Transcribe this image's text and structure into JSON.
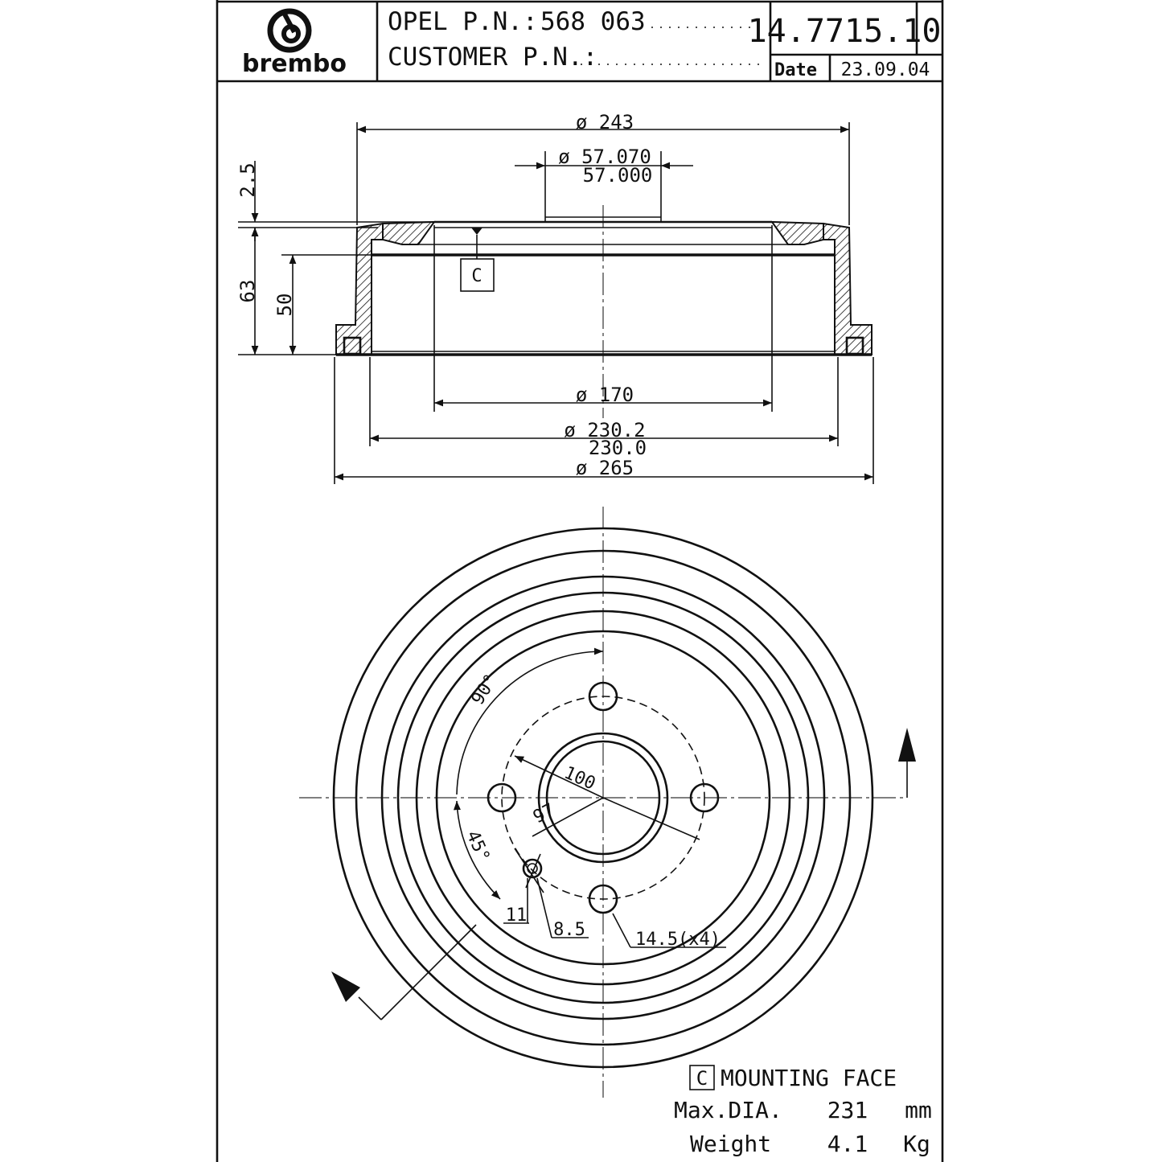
{
  "title_block": {
    "logo_text": "brembo",
    "opel_pn_label": "OPEL P.N.:",
    "opel_pn_value": "568 063",
    "customer_pn_label": "CUSTOMER P.N.:",
    "part_number": "14.7715.10",
    "date_label": "Date",
    "date_value": "23.09.04"
  },
  "section_view": {
    "dim_overall_top": "ø 243",
    "dim_hub_upper": "ø 57.070",
    "dim_hub_lower": "57.000",
    "dim_step": "2.5",
    "dim_height_total": "63",
    "dim_height_inner": "50",
    "mounting_face_marker": "C",
    "dim_inner_bore": "ø 170",
    "dim_braking_upper": "ø 230.2",
    "dim_braking_lower": "230.0",
    "dim_outer": "ø 265"
  },
  "plan_view": {
    "angle_top": "90°",
    "pcd": "100",
    "dim_97": "97",
    "angle_side": "45°",
    "dim_11": "11",
    "dim_8_5": "8.5",
    "bolt_holes": "14.5(x4)"
  },
  "notes": {
    "mounting_box": "C",
    "mounting_face": "MOUNTING FACE",
    "max_dia_label": "Max.DIA.",
    "max_dia_value": "231",
    "max_dia_unit": "mm",
    "weight_label": "Weight",
    "weight_value": "4.1",
    "weight_unit": "Kg"
  }
}
